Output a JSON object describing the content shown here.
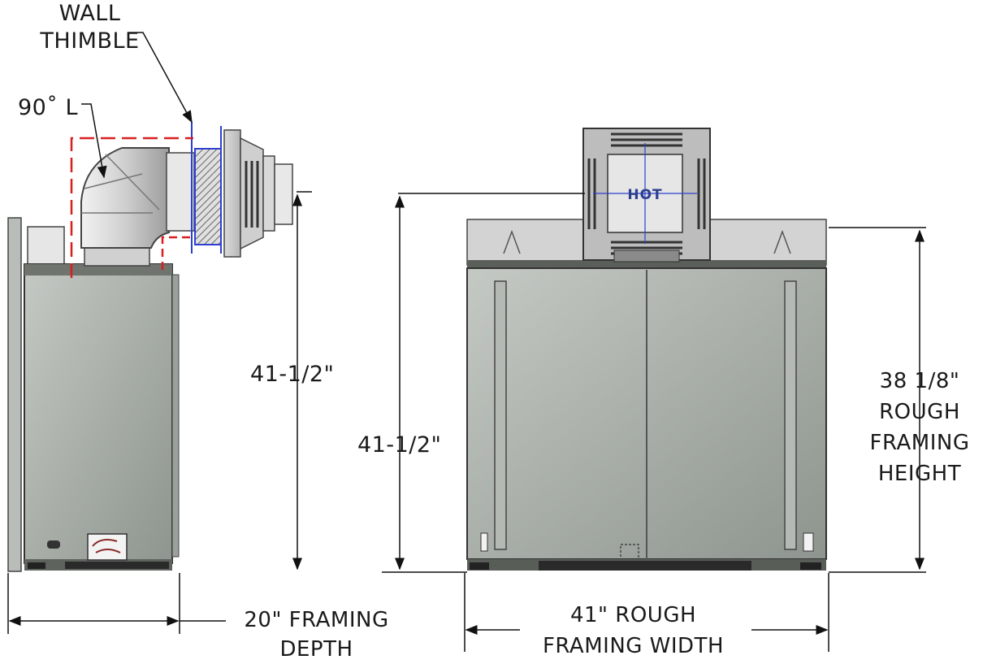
{
  "labels": {
    "wall_thimble_line1": "WALL",
    "wall_thimble_line2": "THIMBLE",
    "elbow": "90˚ L",
    "height_side": "41-1/2\"",
    "height_front": "41-1/2\"",
    "rough_height_line1": "38 1/8\"",
    "rough_height_line2": "ROUGH",
    "rough_height_line3": "FRAMING",
    "rough_height_line4": "HEIGHT",
    "depth_line1": "20\" FRAMING",
    "depth_line2": "DEPTH",
    "width_line1": "41\" ROUGH",
    "width_line2": "FRAMING WIDTH",
    "hot_tag": "HOT"
  },
  "colors": {
    "clearance_line": "#d81f1f",
    "thimble_outline": "#2d3fcf",
    "body_fill": "#a4aaa4",
    "dimension_line": "#111111"
  }
}
